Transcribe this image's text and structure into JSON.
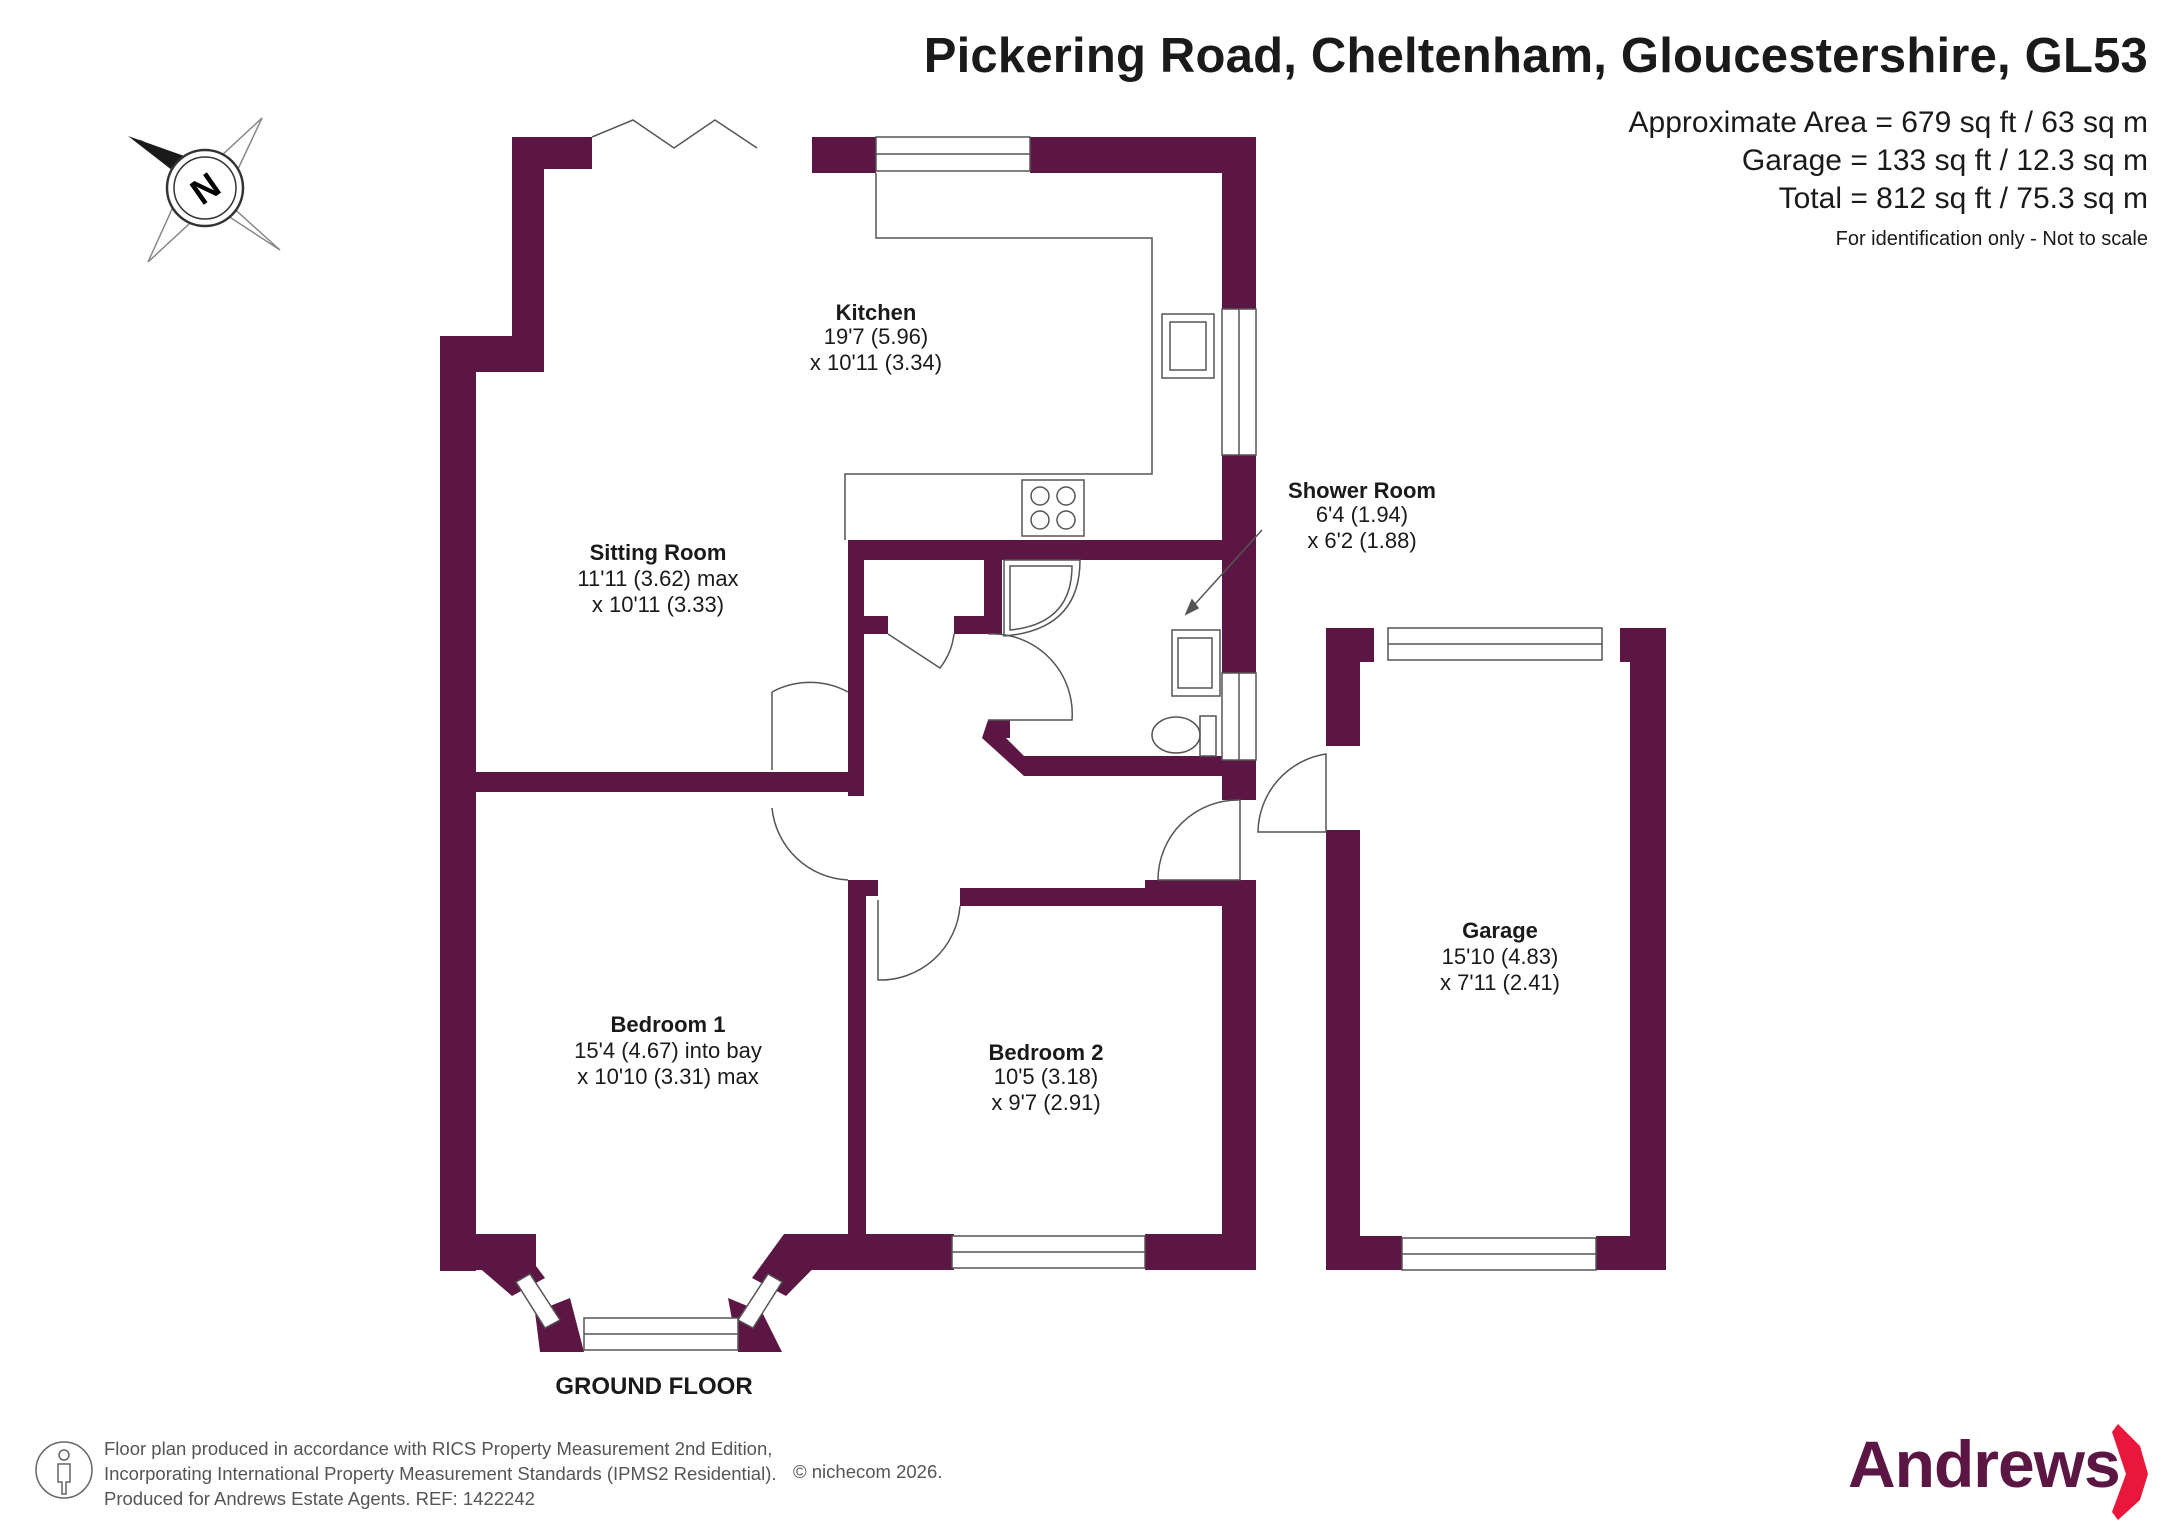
{
  "header": {
    "title": "Pickering Road, Cheltenham, Gloucestershire, GL53",
    "approx_area": "Approximate Area = 679 sq ft / 63 sq m",
    "garage_area": "Garage = 133 sq ft / 12.3 sq m",
    "total_area": "Total = 812 sq ft / 75.3 sq m",
    "disclaimer": "For identification only - Not to scale"
  },
  "compass": {
    "letter": "N",
    "icon": "compass-rose-icon"
  },
  "rooms": {
    "kitchen": {
      "name": "Kitchen",
      "dim1": "19'7 (5.96)",
      "dim2": "x 10'11 (3.34)"
    },
    "sitting_room": {
      "name": "Sitting Room",
      "dim1": "11'11 (3.62) max",
      "dim2": "x 10'11 (3.33)"
    },
    "shower_room": {
      "name": "Shower Room",
      "dim1": "6'4 (1.94)",
      "dim2": "x 6'2 (1.88)"
    },
    "bedroom1": {
      "name": "Bedroom 1",
      "dim1": "15'4 (4.67) into bay",
      "dim2": "x 10'10 (3.31) max"
    },
    "bedroom2": {
      "name": "Bedroom 2",
      "dim1": "10'5 (3.18)",
      "dim2": "x 9'7 (2.91)"
    },
    "garage": {
      "name": "Garage",
      "dim1": "15'10 (4.83)",
      "dim2": "x 7'11 (2.41)"
    }
  },
  "floor_label": "GROUND FLOOR",
  "footer": {
    "line1": "Floor plan produced in accordance with RICS Property Measurement 2nd Edition,",
    "line2": "Incorporating International Property Measurement Standards (IPMS2 Residential).",
    "line3": "Produced for Andrews Estate Agents.   REF: 1422242",
    "credit": "© nichecom 2026."
  },
  "brand": {
    "name": "Andrews",
    "color": "#5c1644",
    "accent": "#e8173b"
  },
  "colors": {
    "wall": "#5c1644"
  }
}
